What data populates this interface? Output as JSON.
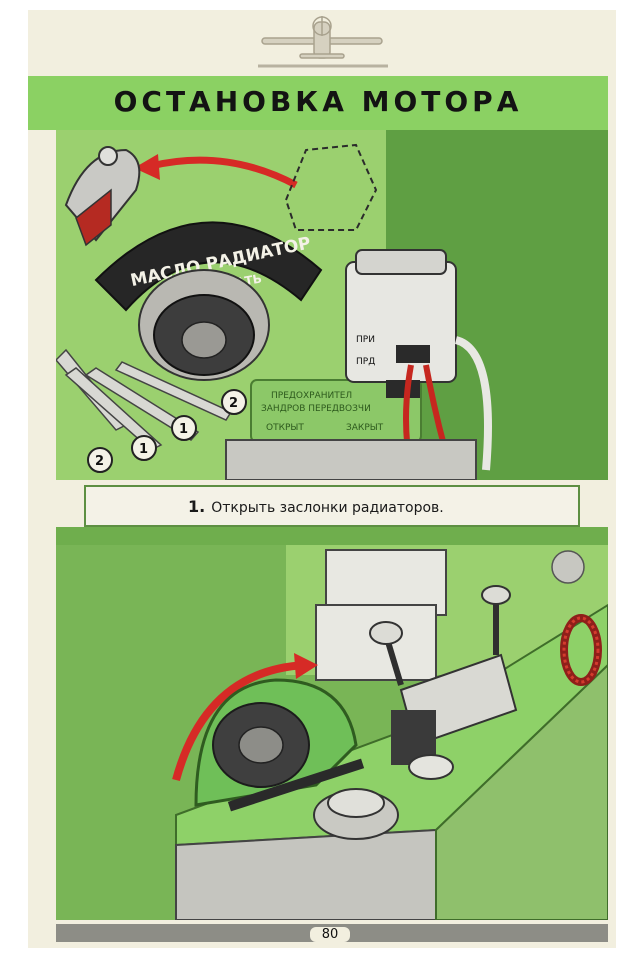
{
  "page": {
    "title": "ОСТАНОВКА МОТОРА",
    "page_number": "80"
  },
  "top_illustration": {
    "handle_arc_label_top": "МАСЛО РАДИАТОР",
    "handle_arc_label_bottom": "ОТКРЫВАТЬ",
    "switch_label_top": "ПРИ",
    "switch_label_bottom": "ПРД",
    "plate_line_1": "ПРЕДОХРАНИТЕЛ",
    "plate_line_2": "ЗАНДРОВ ПЕРЕДВОЗЧИ",
    "plate_open": "ОТКРЫТ",
    "plate_closed": "ЗАКРЫТ",
    "lever_numbers": [
      "2",
      "1",
      "1",
      "2"
    ]
  },
  "caption": {
    "step_number": "1.",
    "text": "Открыть заслонки радиаторов."
  },
  "colors": {
    "background_green": "#6fae4d",
    "title_green": "#8bd163",
    "arrow_red": "#d62a26"
  }
}
